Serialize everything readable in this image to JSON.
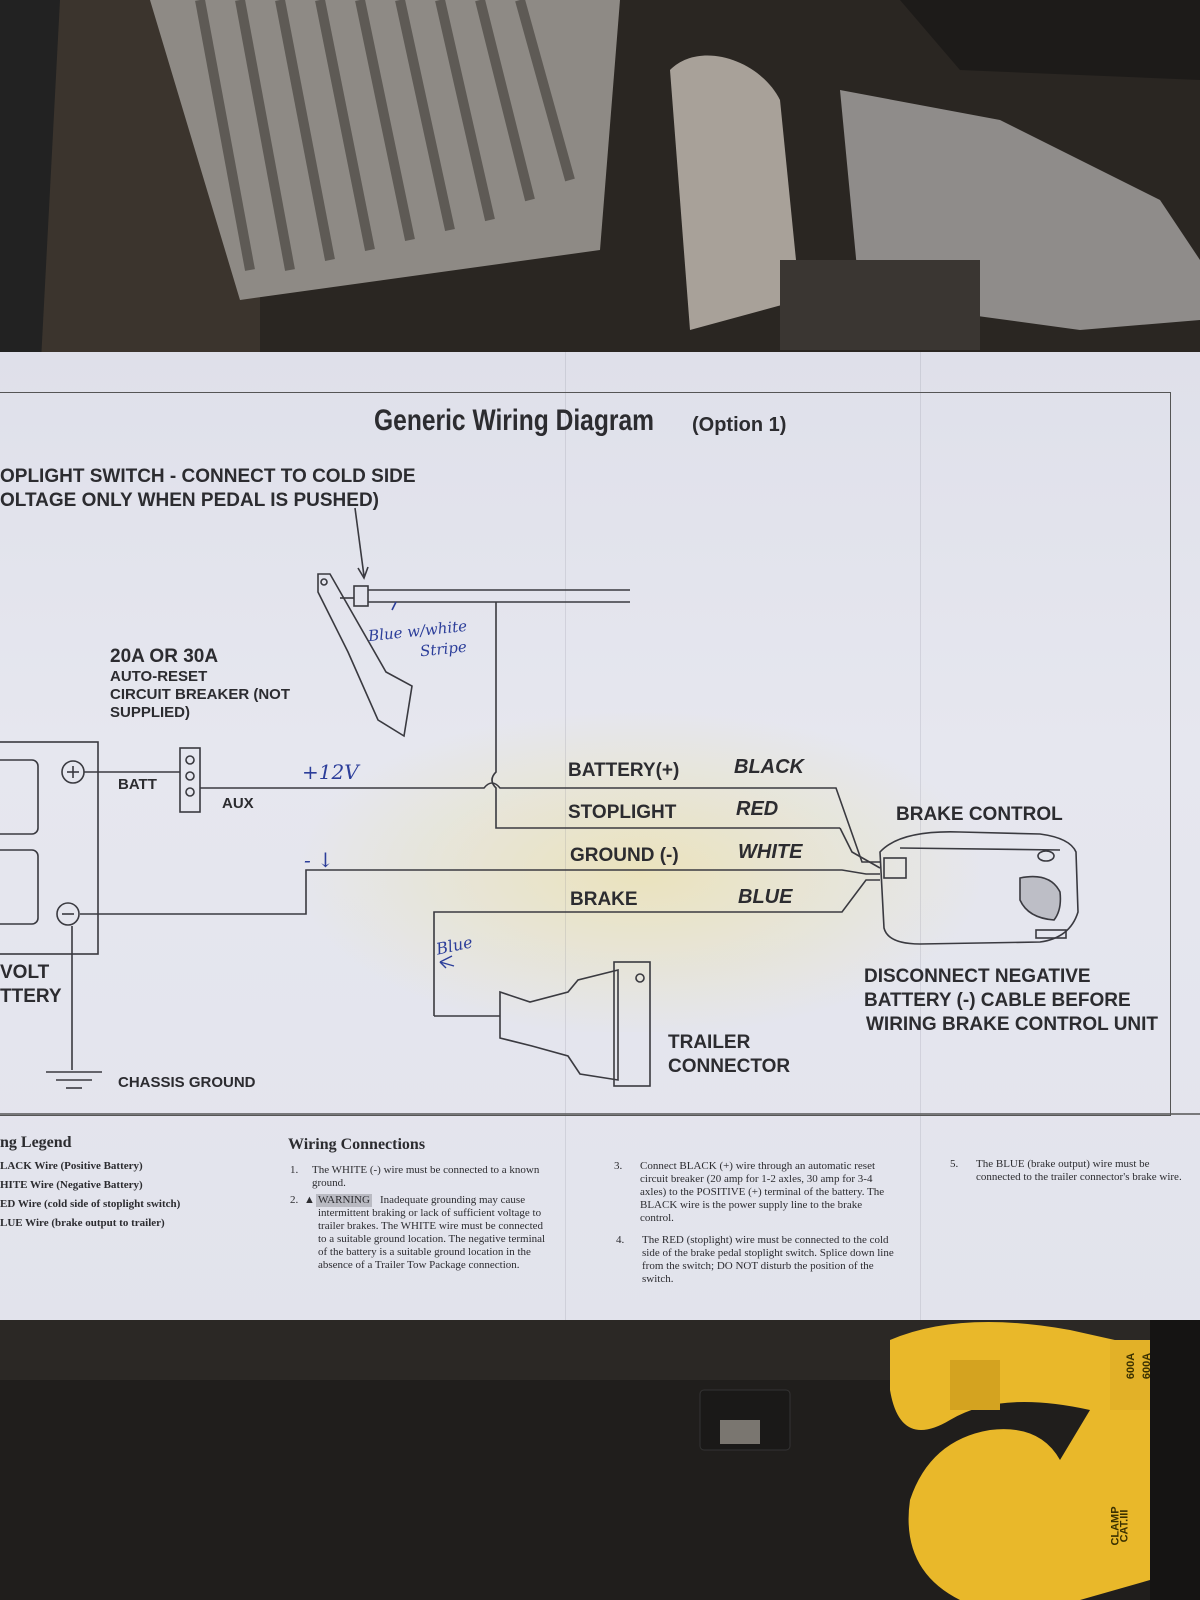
{
  "diagram": {
    "title": "Generic Wiring Diagram",
    "option": "(Option 1)",
    "stoplight_note_line1": "OPLIGHT SWITCH - CONNECT TO COLD SIDE",
    "stoplight_note_line2": "OLTAGE ONLY WHEN PEDAL IS PUSHED)",
    "breaker_rating": "20A OR 30A",
    "breaker_line1": "AUTO-RESET",
    "breaker_line2": "CIRCUIT BREAKER (NOT",
    "breaker_line3": "SUPPLIED)",
    "batt_label": "BATT",
    "aux_label": "AUX",
    "battery_line1": "VOLT",
    "battery_line2": "TTERY",
    "chassis_ground": "CHASSIS GROUND",
    "wires": [
      {
        "name": "BATTERY(+)",
        "color": "BLACK"
      },
      {
        "name": "STOPLIGHT",
        "color": "RED"
      },
      {
        "name": "GROUND (-)",
        "color": "WHITE"
      },
      {
        "name": "BRAKE",
        "color": "BLUE"
      }
    ],
    "brake_control": "BRAKE CONTROL",
    "warning_line1": "DISCONNECT NEGATIVE",
    "warning_line2": "BATTERY (-) CABLE BEFORE",
    "warning_line3": "WIRING BRAKE CONTROL UNIT",
    "trailer_line1": "TRAILER",
    "trailer_line2": "CONNECTOR"
  },
  "handwriting": {
    "blue_stripe_line1": "Blue w/white",
    "blue_stripe_line2": "Stripe",
    "plus12v": "+12V",
    "minus": "- ↓",
    "blue": "Blue"
  },
  "legend": {
    "heading": "ng Legend",
    "items": [
      "LACK Wire (Positive Battery)",
      "HITE Wire (Negative Battery)",
      "ED Wire (cold side of stoplight switch)",
      "LUE Wire (brake output to trailer)"
    ]
  },
  "connections": {
    "heading": "Wiring Connections",
    "steps": [
      {
        "num": "1.",
        "text": "The WHITE (-) wire must be connected to a known ground."
      },
      {
        "num": "2.",
        "warning": "WARNING",
        "text": "Inadequate grounding may cause intermittent braking or lack of sufficient voltage to trailer brakes. The WHITE wire must be connected to a suitable ground location. The negative terminal of the battery is a suitable ground location in the absence of a Trailer Tow Package connection."
      },
      {
        "num": "3.",
        "text": "Connect BLACK (+) wire through an automatic reset circuit breaker (20 amp for 1-2 axles, 30 amp for 3-4 axles) to the POSITIVE (+) terminal of the battery. The BLACK wire is the power supply line to the brake control."
      },
      {
        "num": "4.",
        "text": "The RED (stoplight) wire must be connected to the cold side of the brake pedal stoplight switch. Splice down line from the switch; DO NOT disturb the position of the switch."
      },
      {
        "num": "5.",
        "text": "The BLUE (brake output) wire must be connected to the trailer connector's brake wire."
      }
    ]
  },
  "clamp_meter": {
    "model_line1": "CLAMP",
    "model_line2": "CAT.III",
    "rating1": "600A",
    "rating2": "600A"
  }
}
